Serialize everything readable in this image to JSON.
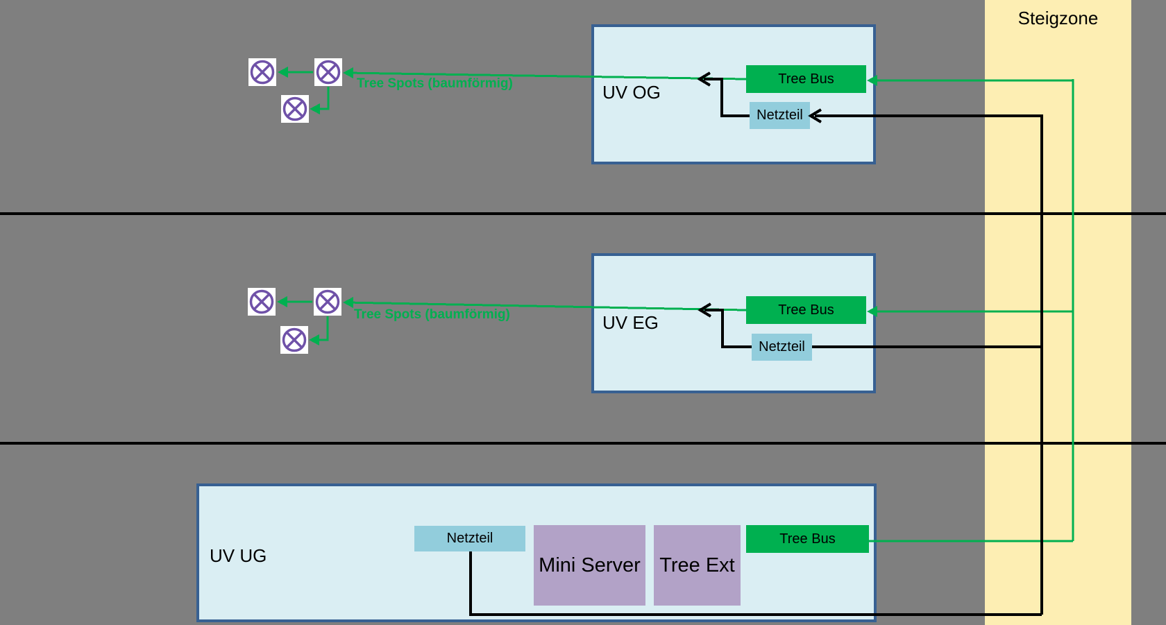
{
  "diagram": {
    "title_zone": {
      "steigzone_label": "Steigzone"
    },
    "floors": {
      "og": {
        "name": "UV OG",
        "tree_bus": "Tree Bus",
        "netzteil": "Netzteil",
        "spots_label": "Tree Spots (baumförmig)",
        "spot_count": 3
      },
      "eg": {
        "name": "UV EG",
        "tree_bus": "Tree Bus",
        "netzteil": "Netzteil",
        "spots_label": "Tree Spots (baumförmig)",
        "spot_count": 3
      },
      "ug": {
        "name": "UV UG",
        "tree_bus": "Tree Bus",
        "netzteil": "Netzteil",
        "mini_server": "Mini Server",
        "tree_ext": "Tree Ext"
      }
    },
    "icons": {
      "lamp": "crossed-circle-spot-lamp"
    },
    "colors": {
      "background": "#7F7F7F",
      "riser_zone": "#FDEEB3",
      "uv_box_fill": "#DAEEF3",
      "uv_box_border": "#376092",
      "bus_green": "#00B050",
      "netzteil_blue": "#92CDDC",
      "server_purple": "#B2A2C7",
      "lamp_purple": "#6F51A8",
      "wire_black": "#000000"
    }
  }
}
